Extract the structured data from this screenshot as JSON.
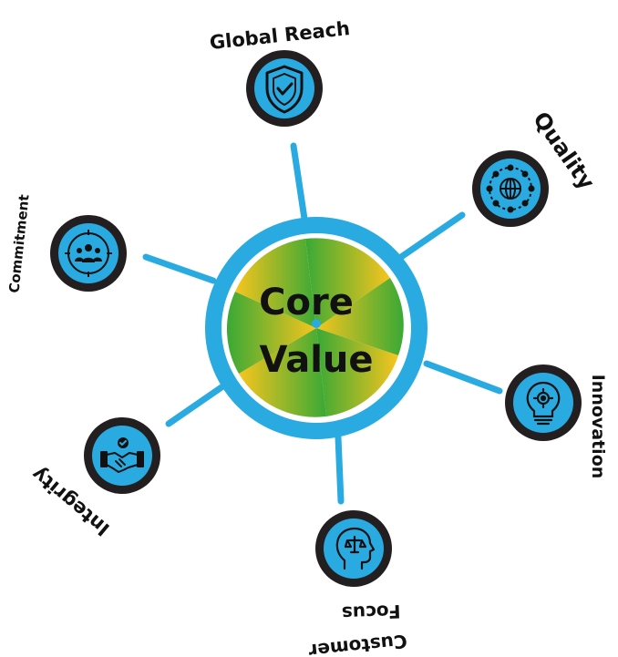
{
  "center": {
    "line1": "Core",
    "line2": "Value"
  },
  "nodes": [
    {
      "label": "Global Reach",
      "icon": "shield-check-icon"
    },
    {
      "label": "Quality",
      "icon": "globe-network-icon"
    },
    {
      "label": "Innovation",
      "icon": "lightbulb-gear-icon"
    },
    {
      "label": "Customer Focus",
      "line1": "Customer",
      "line2": "Focus",
      "icon": "head-balance-icon"
    },
    {
      "label": "Integrity",
      "icon": "handshake-icon"
    },
    {
      "label": "Commitment",
      "icon": "team-target-icon"
    }
  ],
  "colors": {
    "accent_blue": "#29abe2",
    "node_ring": "#231f20",
    "core_yellow": "#f7c51e",
    "core_green": "#39a935",
    "text": "#111111"
  }
}
